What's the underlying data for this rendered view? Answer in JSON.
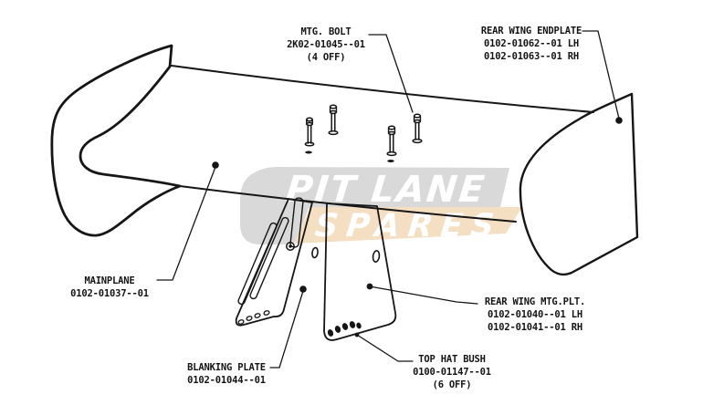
{
  "diagram": {
    "watermark": {
      "line1": "PIT LANE",
      "line2": "SPARES",
      "band_gray": "#d9d9d9",
      "band_tan": "#f5dfc2",
      "text_color": "#ffffff"
    },
    "line_color": "#161616",
    "labels": {
      "mtg_bolt": {
        "part": "MTG. BOLT",
        "number": "2K02-01045--01",
        "qty": "(4 OFF)"
      },
      "rear_wing_endplate": {
        "part": "REAR WING ENDPLATE",
        "number_lh": "0102-01062--01 LH",
        "number_rh": "0102-01063--01 RH"
      },
      "mainplane": {
        "part": "MAINPLANE",
        "number": "0102-01037--01"
      },
      "rear_wing_mtg_plt": {
        "part": "REAR WING MTG.PLT.",
        "number_lh": "0102-01040--01 LH",
        "number_rh": "0102-01041--01 RH"
      },
      "blanking_plate": {
        "part": "BLANKING PLATE",
        "number": "0102-01044--01"
      },
      "top_hat_bush": {
        "part": "TOP HAT BUSH",
        "number": "0100-01147--01",
        "qty": "(6 OFF)"
      }
    }
  }
}
